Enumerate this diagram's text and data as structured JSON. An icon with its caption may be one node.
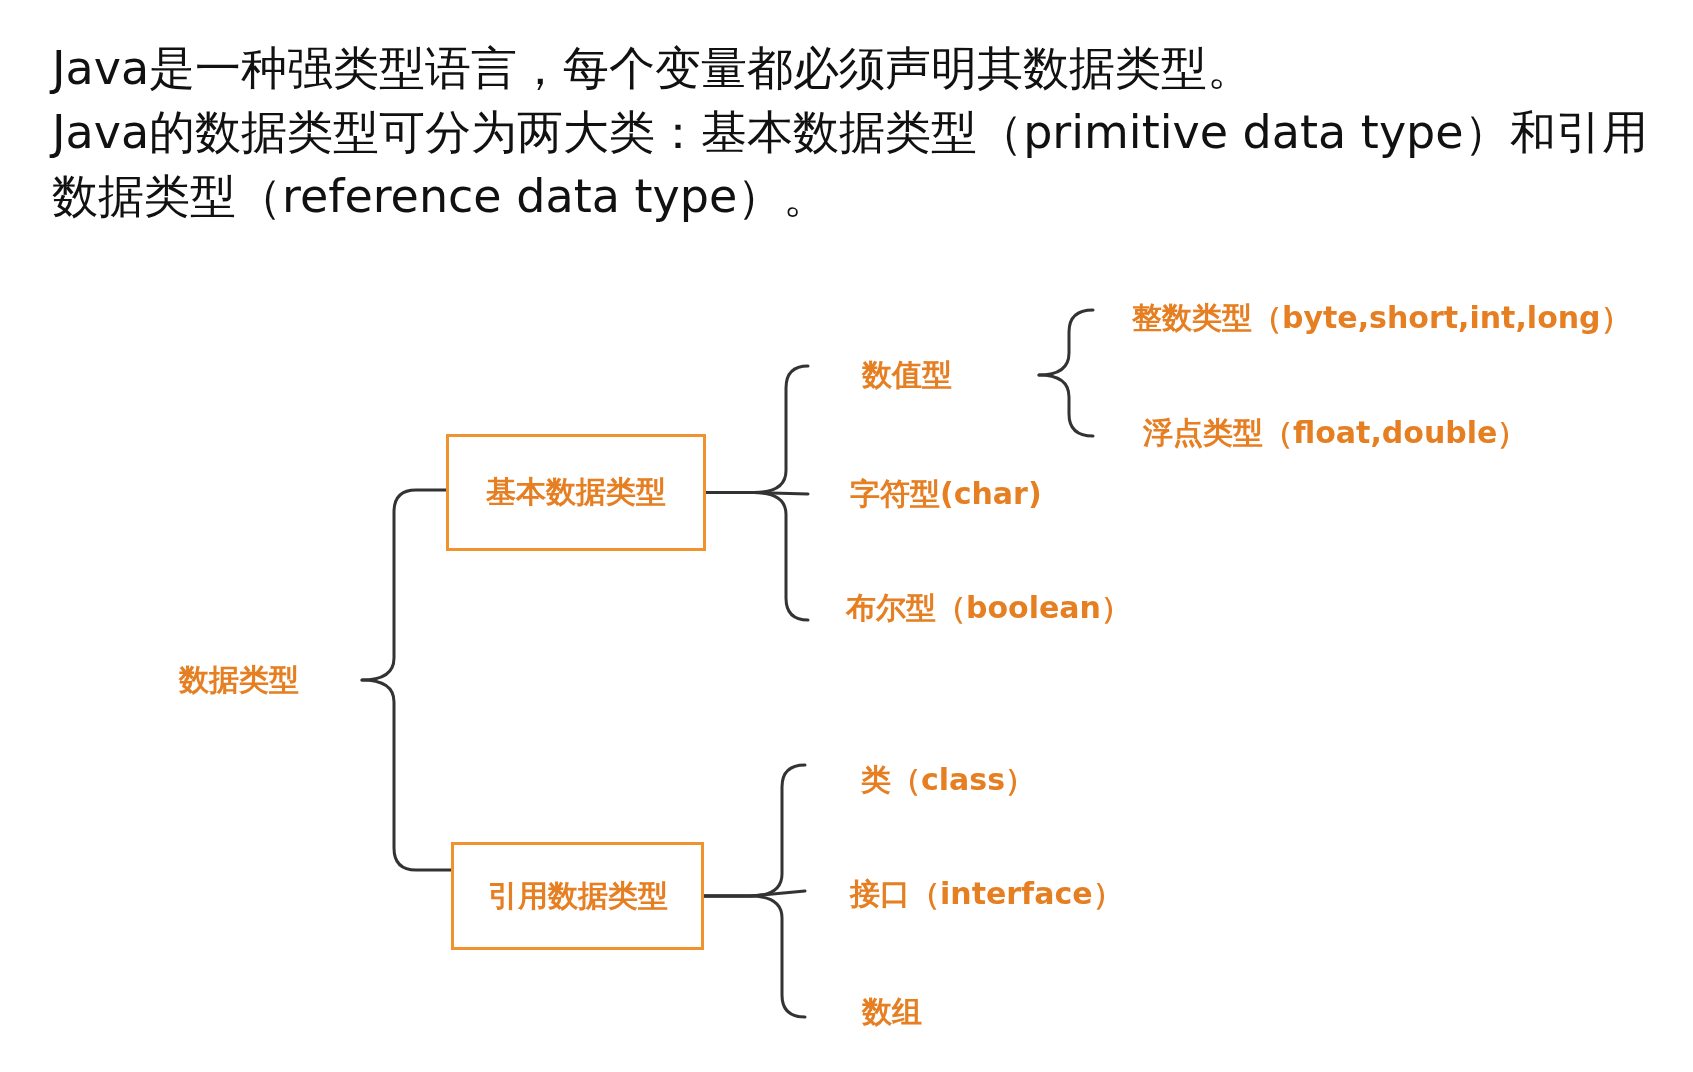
{
  "diagram": {
    "nodes": [
      {
        "text": [
          "数据类型"
        ]
      },
      {
        "text": [
          "基本数据类型"
        ]
      },
      {
        "text": [
          "引用数据类型"
        ]
      },
      {
        "text": [
          "数值型"
        ]
      },
      {
        "text": [
          "字符型(char)"
        ]
      },
      {
        "text": [
          "布尔型（boolean）"
        ]
      },
      {
        "text": [
          "整数类型（byte,short,int,long）"
        ]
      },
      {
        "text": [
          "浮点类型（float,double）"
        ]
      },
      {
        "text": [
          "类（class）"
        ]
      },
      {
        "text": [
          "接口（interface）"
        ]
      },
      {
        "text": [
          "数组"
        ]
      }
    ],
    "edges": [
      {
        "from": 0,
        "to": 1,
        "arrow": "none"
      },
      {
        "from": 0,
        "to": 2,
        "arrow": "none"
      },
      {
        "from": 1,
        "to": 3,
        "arrow": "none"
      },
      {
        "from": 1,
        "to": 4,
        "arrow": "none"
      },
      {
        "from": 1,
        "to": 5,
        "arrow": "none"
      },
      {
        "from": 3,
        "to": 6,
        "arrow": "none"
      },
      {
        "from": 3,
        "to": 7,
        "arrow": "none"
      },
      {
        "from": 2,
        "to": 8,
        "arrow": "none"
      },
      {
        "from": 2,
        "to": 9,
        "arrow": "none"
      },
      {
        "from": 2,
        "to": 10,
        "arrow": "none"
      }
    ],
    "labels": [
      "Java是一种强类型语言，每个变量都必须声明其数据类型。",
      "Java的数据类型可分为两大类：基本数据类型（primitive data type）和引用数据类型（reference data type）。"
    ]
  }
}
